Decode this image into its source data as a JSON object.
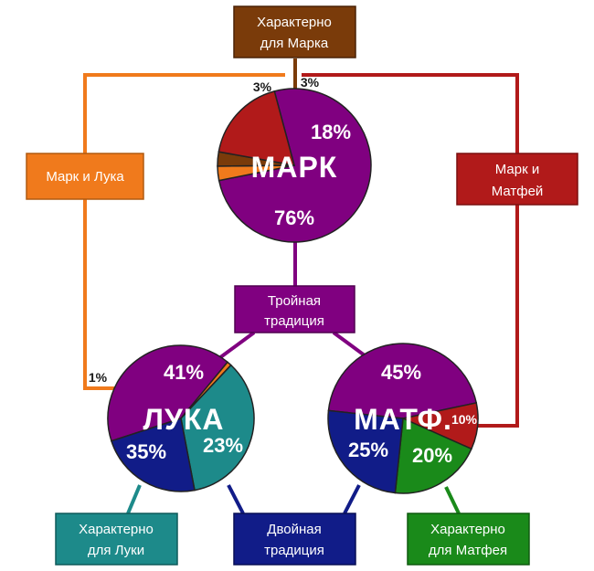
{
  "colors": {
    "triple": "#800080",
    "mark_only": "#7a3b0a",
    "mark_luke": "#f07a1c",
    "mark_matthew": "#b11a1a",
    "luke_only": "#1d8a8a",
    "double": "#111c88",
    "matthew_only": "#1a8a1a"
  },
  "boxes": {
    "mark_only": [
      "Характерно",
      "для Марка"
    ],
    "mark_luke": [
      "Марк и Лука"
    ],
    "mark_matthew": [
      "Марк и",
      "Матфей"
    ],
    "triple": [
      "Тройная",
      "традиция"
    ],
    "luke_only": [
      "Характерно",
      "для Луки"
    ],
    "double": [
      "Двойная",
      "традиция"
    ],
    "matthew_only": [
      "Характерно",
      "для Матфея"
    ]
  },
  "pies": {
    "mark": {
      "title": "МАРК",
      "slices": [
        {
          "key": "triple",
          "value": 76,
          "label": "76%"
        },
        {
          "key": "mark_luke",
          "value": 3,
          "label": "3%"
        },
        {
          "key": "mark_only",
          "value": 3,
          "label": "3%"
        },
        {
          "key": "mark_matthew",
          "value": 18,
          "label": "18%"
        }
      ]
    },
    "luke": {
      "title": "ЛУКА",
      "slices": [
        {
          "key": "triple",
          "value": 41,
          "label": "41%"
        },
        {
          "key": "mark_luke",
          "value": 1,
          "label": "1%"
        },
        {
          "key": "luke_only",
          "value": 35,
          "label": "35%"
        },
        {
          "key": "double",
          "value": 23,
          "label": "23%"
        }
      ]
    },
    "matthew": {
      "title": "МАТФ.",
      "slices": [
        {
          "key": "triple",
          "value": 45,
          "label": "45%"
        },
        {
          "key": "mark_matthew",
          "value": 10,
          "label": "10%"
        },
        {
          "key": "matthew_only",
          "value": 20,
          "label": "20%"
        },
        {
          "key": "double",
          "value": 25,
          "label": "25%"
        }
      ]
    }
  }
}
